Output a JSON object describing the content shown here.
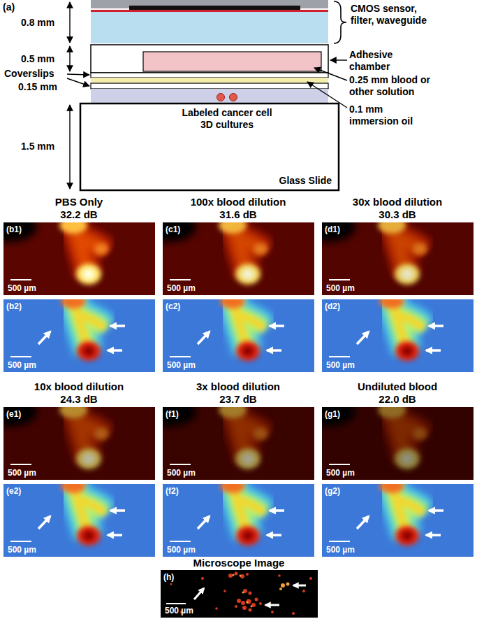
{
  "diagram": {
    "nodes": [
      {
        "text": [
          "Glass Slide"
        ]
      },
      {
        "text": [
          "(b1)",
          "500 µm"
        ]
      },
      {
        "text": [
          "(c1)",
          "500 µm"
        ]
      },
      {
        "text": [
          "(d1)",
          "500 µm"
        ]
      },
      {
        "text": [
          "(b2)",
          "500 µm"
        ]
      },
      {
        "text": [
          "(c2)",
          "500 µm"
        ]
      },
      {
        "text": [
          "(d2)",
          "500 µm"
        ]
      },
      {
        "text": [
          "(e1)",
          "500 µm"
        ]
      },
      {
        "text": [
          "(f1)",
          "500 µm"
        ]
      },
      {
        "text": [
          "(g1)",
          "500 µm"
        ]
      },
      {
        "text": [
          "(e2)",
          "500 µm"
        ]
      },
      {
        "text": [
          "(f2)",
          "500 µm"
        ]
      },
      {
        "text": [
          "(g2)",
          "500 µm"
        ]
      },
      {
        "text": [
          "(h)",
          "500 µm"
        ]
      }
    ],
    "labels": [
      "(a)",
      "0.8 mm",
      "0.5 mm",
      "Coverslips",
      "0.15 mm",
      "1.5 mm",
      "CMOS sensor, filter, waveguide",
      "Adhesive chamber",
      "0.25 mm blood or other solution",
      "0.1 mm immersion oil",
      "Labeled cancer cell 3D cultures",
      "PBS Only",
      "32.2 dB",
      "100x blood dilution",
      "31.6 dB",
      "30x blood dilution",
      "30.3 dB",
      "10x blood dilution",
      "24.3 dB",
      "3x blood dilution",
      "23.7 dB",
      "Undiluted blood",
      "22.0 dB",
      "Microscope Image"
    ]
  }
}
